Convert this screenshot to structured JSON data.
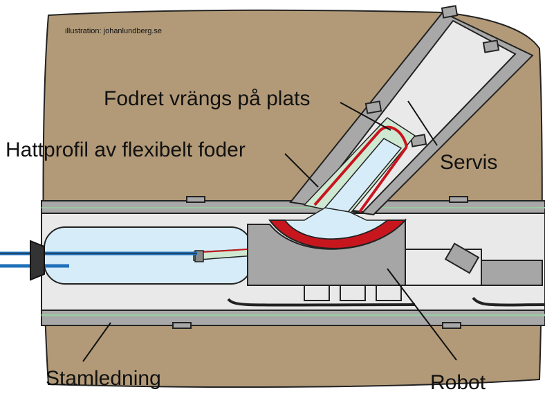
{
  "credit": "illustration: johanlundberg.se",
  "labels": {
    "fodret": "Fodret vrängs på plats",
    "hattprofil": "Hattprofil av flexibelt foder",
    "servis": "Servis",
    "stamledning": "Stamledning",
    "robot": "Robot"
  },
  "colors": {
    "soil": "#b29a78",
    "pipe_wall": "#a8a8a8",
    "pipe_interior": "#e9e9e9",
    "liner_light_blue": "#d6ecf8",
    "liner_green": "#cfe8d2",
    "liner_red": "#c8161e",
    "robot_gray": "#a6a6a6",
    "cable_blue": "#1f6fb8",
    "outline": "#222222"
  }
}
